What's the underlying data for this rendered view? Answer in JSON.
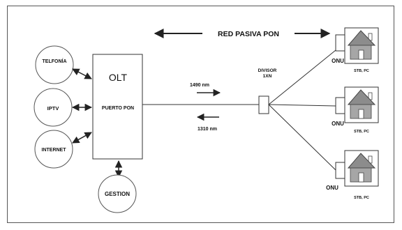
{
  "title": "RED PASIVA PON",
  "services": [
    "TELFONÍA",
    "IPTV",
    "INTERNET"
  ],
  "gestion": "GESTION",
  "olt": {
    "name": "OLT",
    "port": "PUERTO PON"
  },
  "downstream": "1490 nm",
  "upstream": "1310  nm",
  "splitter": {
    "line1": "DIVISOR",
    "line2": "1XN"
  },
  "onus": [
    {
      "label": "ONU",
      "device": "STB, PC"
    },
    {
      "label": "ONU",
      "device": "STB, PC"
    },
    {
      "label": "ONU",
      "device": "STB, PC"
    }
  ],
  "colors": {
    "line": "#222222",
    "house_fill": "#9a9a9a",
    "roof": "#777777"
  }
}
